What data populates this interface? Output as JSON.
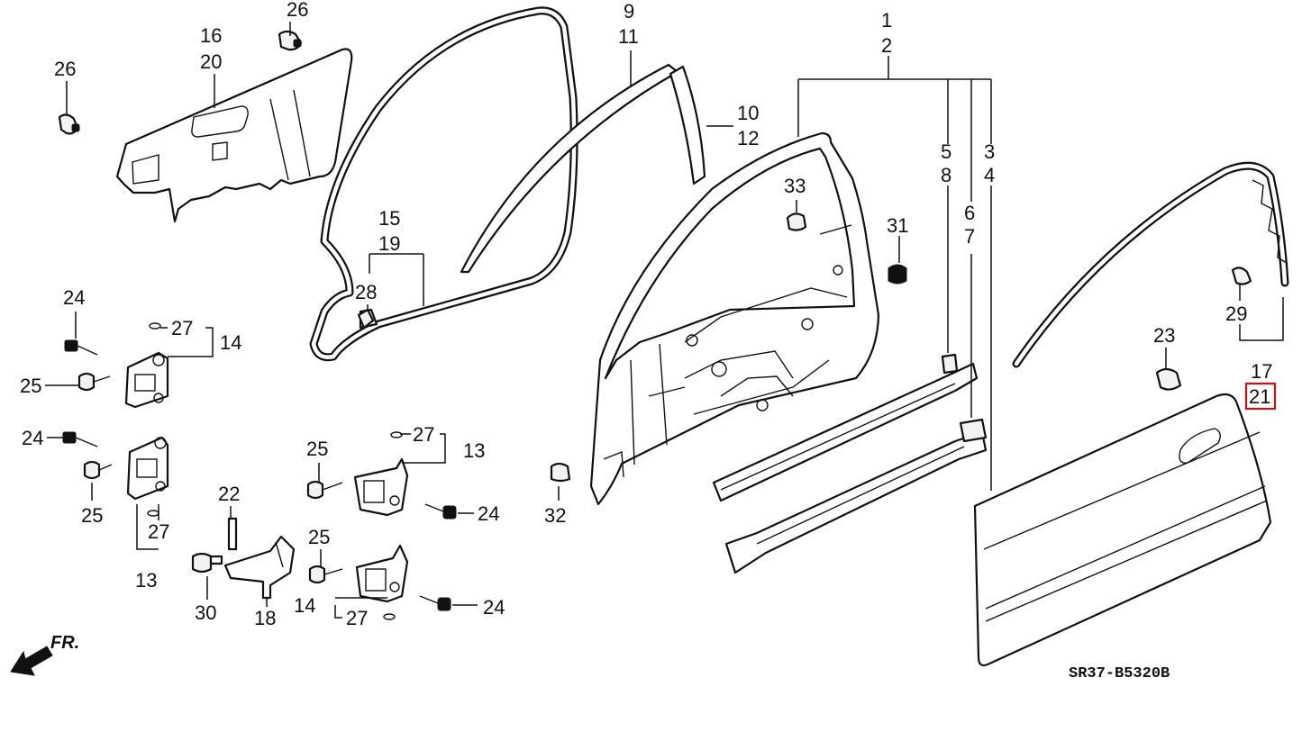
{
  "diagram": {
    "title_code": "SR37-B5320B",
    "direction_label": "FR.",
    "highlight_color": "#d01010",
    "labels": {
      "p1": "1",
      "p2": "2",
      "p3": "3",
      "p4": "4",
      "p5": "5",
      "p6": "6",
      "p7": "7",
      "p8": "8",
      "p9": "9",
      "p10": "10",
      "p11": "11",
      "p12": "12",
      "p13a": "13",
      "p13b": "13",
      "p14a": "14",
      "p14b": "14",
      "p15": "15",
      "p16": "16",
      "p17": "17",
      "p18": "18",
      "p19": "19",
      "p20": "20",
      "p21": "21",
      "p22": "22",
      "p23": "23",
      "p24a": "24",
      "p24b": "24",
      "p24c": "24",
      "p24d": "24",
      "p25a": "25",
      "p25b": "25",
      "p25c": "25",
      "p25d": "25",
      "p26a": "26",
      "p26b": "26",
      "p27a": "27",
      "p27b": "27",
      "p27c": "27",
      "p27d": "27",
      "p28": "28",
      "p29": "29",
      "p30": "30",
      "p31": "31",
      "p32": "32",
      "p33": "33"
    }
  }
}
